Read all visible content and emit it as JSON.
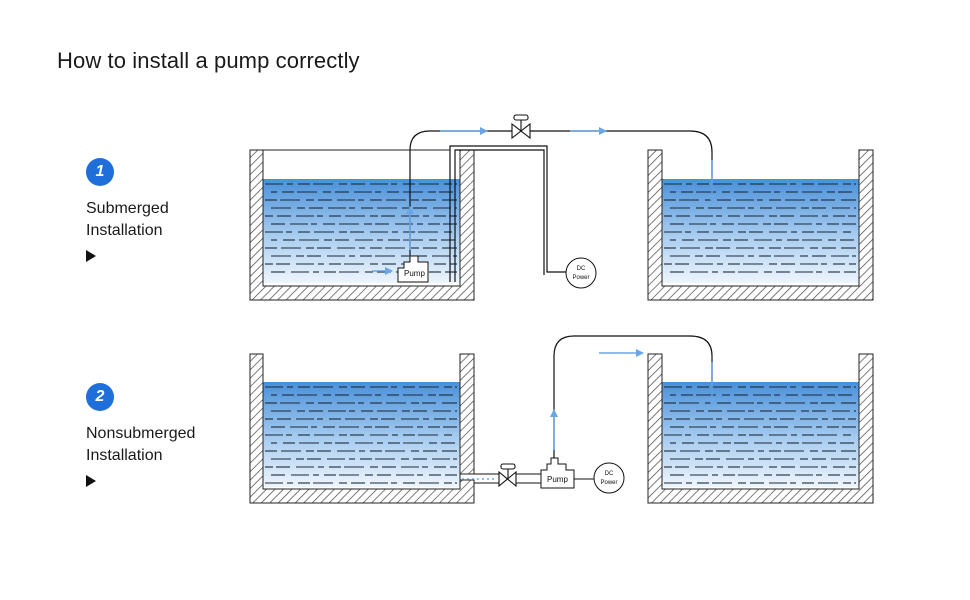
{
  "title": "How to install a pump correctly",
  "steps": [
    {
      "number": "1",
      "label_line1": "Submerged",
      "label_line2": "Installation"
    },
    {
      "number": "2",
      "label_line1": "Nonsubmerged",
      "label_line2": "Installation"
    }
  ],
  "diagram": {
    "pump_label": "Pump",
    "power_line1": "DC",
    "power_line2": "Power"
  },
  "colors": {
    "accent": "#1e6fd9",
    "water_top": "#4a90d9",
    "water_bottom": "#eef5fc",
    "flow_arrow": "#6aa5e6",
    "line": "#111111"
  }
}
